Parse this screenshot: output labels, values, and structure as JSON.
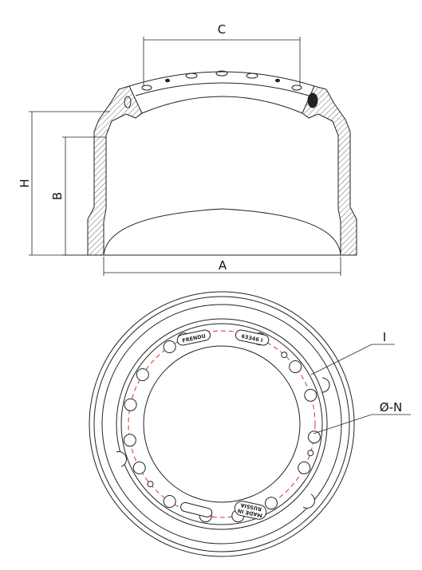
{
  "side_view": {
    "dim_a": "A",
    "dim_b": "B",
    "dim_c": "C",
    "dim_h": "H"
  },
  "front_view": {
    "callout_bolt_circle": "I",
    "callout_hole_diameter": "Ø-N",
    "stamp_brand": "FRENDU",
    "stamp_part_number": "63346 I",
    "stamp_origin_line1": "MADE IN",
    "stamp_origin_line2": "RUSSIA"
  },
  "colors": {
    "line": "#222222",
    "bolt_circle": "#e0302a",
    "hatch": "#555555"
  }
}
